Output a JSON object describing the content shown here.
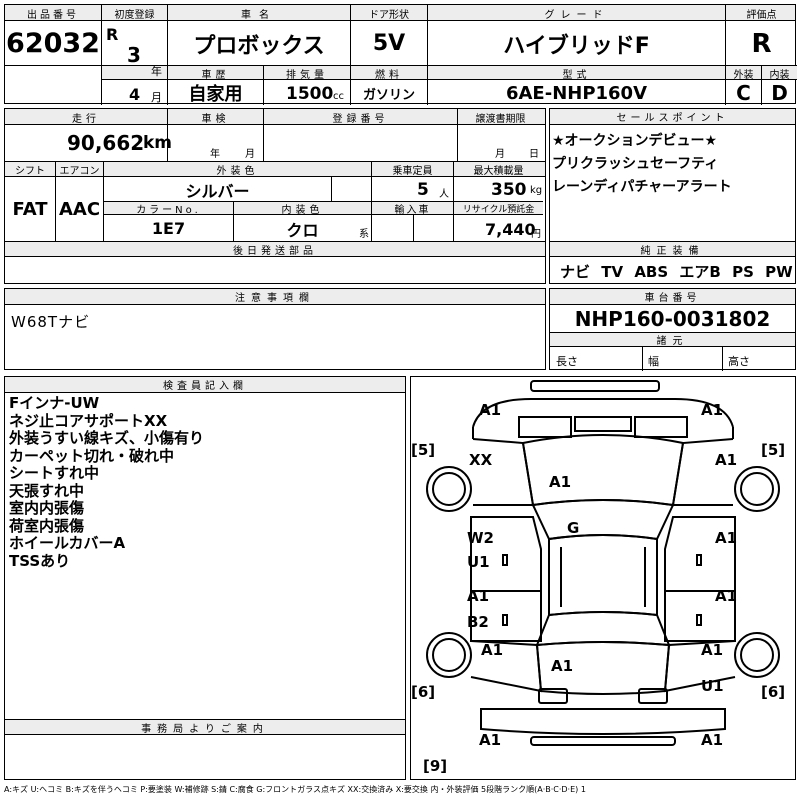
{
  "sheet": {
    "lot_label": "出品番号",
    "lot_number": "62032",
    "first_reg_label": "初度登録",
    "era": "R",
    "year_value": "3",
    "year_unit": "年",
    "month_value": "4",
    "month_unit": "月",
    "car_name_label": "車名",
    "car_name": "プロボックス",
    "door_label": "ドア形状",
    "door": "5V",
    "grade_label": "グレード",
    "grade": "ハイブリッドF",
    "score_label": "評価点",
    "score": "R",
    "history_label": "車歴",
    "history": "自家用",
    "displacement_label": "排気量",
    "displacement": "1500",
    "displacement_unit": "cc",
    "fuel_label": "燃料",
    "fuel": "ガソリン",
    "model_label": "型式",
    "model": "6AE-NHP160V",
    "exterior_label": "外装",
    "exterior": "C",
    "interior_label": "内装",
    "interior": "D"
  },
  "row2": {
    "mileage_label": "走行",
    "mileage": "90,662",
    "mileage_unit": "km",
    "inspection_label": "車検",
    "insp_year_unit": "年",
    "insp_month_unit": "月",
    "reg_no_label": "登録番号",
    "transfer_label": "譲渡書期限",
    "transfer_month_unit": "月",
    "transfer_day_unit": "日",
    "shift_label": "シフト",
    "aircon_label": "エアコン",
    "shift": "FAT",
    "aircon": "AAC",
    "color_label": "外装色",
    "color": "シルバー",
    "capacity_label": "乗車定員",
    "capacity": "5",
    "capacity_unit": "人",
    "load_label": "最大積載量",
    "load": "350",
    "load_unit": "kg",
    "color_no_label": "カラーNo.",
    "color_no": "1E7",
    "int_color_label": "内装色",
    "int_color": "クロ",
    "int_color_unit": "系",
    "import_label": "輸入車",
    "recycle_label": "リサイクル預託金",
    "recycle": "7,440",
    "recycle_unit": "円",
    "later_parts_label": "後日発送部品"
  },
  "sales": {
    "label": "セールスポイント",
    "lines": [
      "★オークションデビュー★",
      "プリクラッシュセーフティ",
      "レーンディパチャーアラート"
    ]
  },
  "equipment": {
    "label": "純正装備",
    "items": [
      "ナビ",
      "TV",
      "ABS",
      "エアB",
      "PS",
      "PW"
    ]
  },
  "notes": {
    "label": "注意事項欄",
    "text": "W68Tナビ"
  },
  "chassis": {
    "label": "車台番号",
    "number": "NHP160-0031802",
    "specs_label": "諸元",
    "length_label": "長さ",
    "width_label": "幅",
    "height_label": "高さ"
  },
  "inspector": {
    "label": "検査員記入欄",
    "lines": [
      "Fインナ-UW",
      "ネジ止コアサポートXX",
      "外装うすい線キズ、小傷有り",
      "カーペット切れ・破れ中",
      "シートすれ中",
      "天張すれ中",
      "室内内張傷",
      "荷室内張傷",
      "ホイールカバーA",
      "TSSあり"
    ]
  },
  "office": {
    "label": "事務局よりご案内"
  },
  "diagram": {
    "marks": {
      "fl_corner": "A1",
      "fr_corner": "A1",
      "f_left": "[5]",
      "f_right": "[5]",
      "fl_fender": "XX",
      "fr_fender": "A1",
      "hood": "A1",
      "glass": "G",
      "fl_door1": "W2",
      "fl_door2": "U1",
      "fr_door": "A1",
      "rl_door1": "A1",
      "rl_door2": "B2",
      "rr_door": "A1",
      "rl_qtr": "A1",
      "roof": "A1",
      "rr_qtr1": "A1",
      "rr_qtr2": "U1",
      "r_left": "[6]",
      "r_right": "[6]",
      "rl_corner": "A1",
      "rr_corner": "A1",
      "tail": "[9]"
    }
  },
  "legend": "A:キズ U:ヘコミ B:キズを伴うヘコミ P:要塗装 W:補修跡 S:錆 C:腐食 G:フロントガラス点キズ XX:交換済み X:要交換 内・外装評価 5段階ランク順(A·B·C·D·E) 1"
}
